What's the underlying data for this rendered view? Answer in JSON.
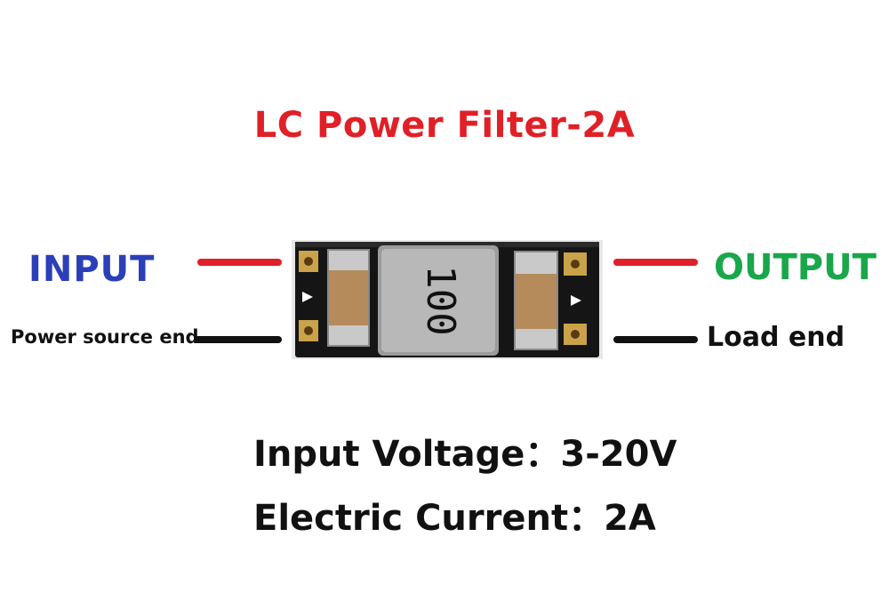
{
  "title": "LC Power Filter-2A",
  "input": {
    "label": "INPUT",
    "sublabel": "Power source end"
  },
  "output": {
    "label": "OUTPUT",
    "sublabel": "Load end"
  },
  "inductor_marking": "100",
  "specs": {
    "voltage_label": "Input Voltage：",
    "voltage_value": "3-20V",
    "current_label": "Electric Current：",
    "current_value": "2A"
  },
  "colors": {
    "title": "#e02027",
    "input": "#2b3fb8",
    "output": "#1aa64a",
    "positive_wire": "#e0202a",
    "ground_wire": "#111111"
  }
}
